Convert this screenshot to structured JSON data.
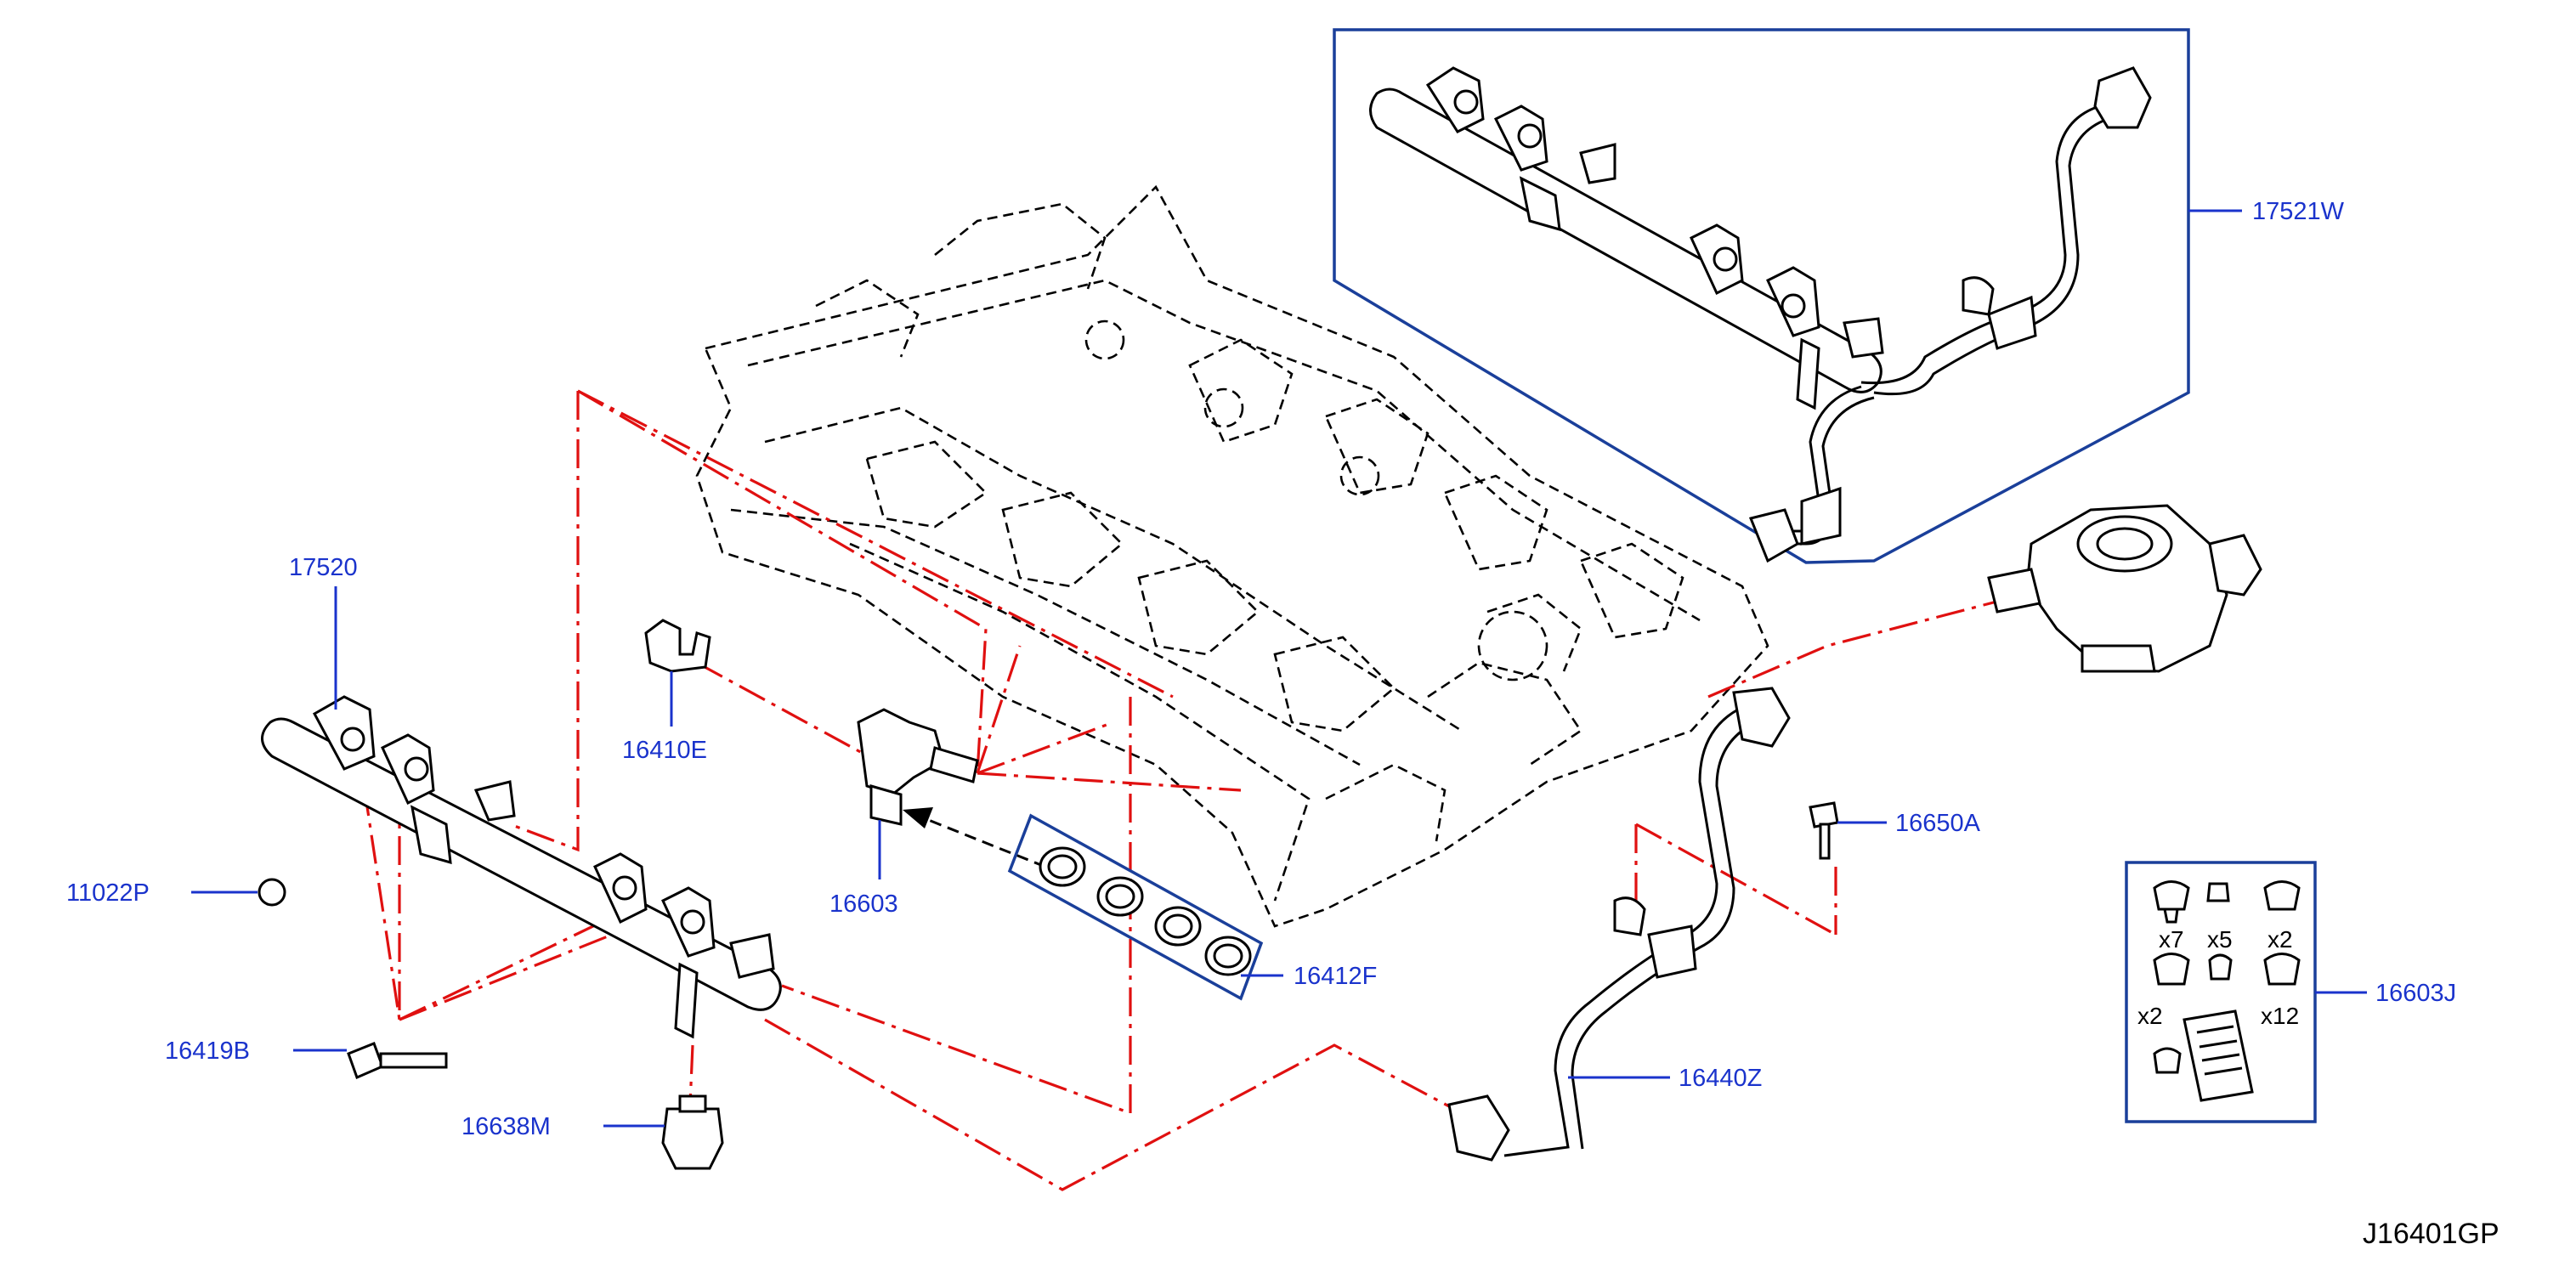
{
  "diagram_code": "J16401GP",
  "callouts": {
    "p17521W": "17521W",
    "p17520": "17520",
    "p16410E": "16410E",
    "p16603": "16603",
    "p11022P": "11022P",
    "p16419B": "16419B",
    "p16638M": "16638M",
    "p16412F": "16412F",
    "p16650A": "16650A",
    "p16440Z": "16440Z",
    "p16603J": "16603J"
  },
  "kit_quantities": [
    "x7",
    "x5",
    "x2",
    "x2",
    "x12"
  ],
  "colors": {
    "callout": "#1a33cc",
    "chain_line": "#e01010",
    "frame": "#1a3f9a"
  }
}
